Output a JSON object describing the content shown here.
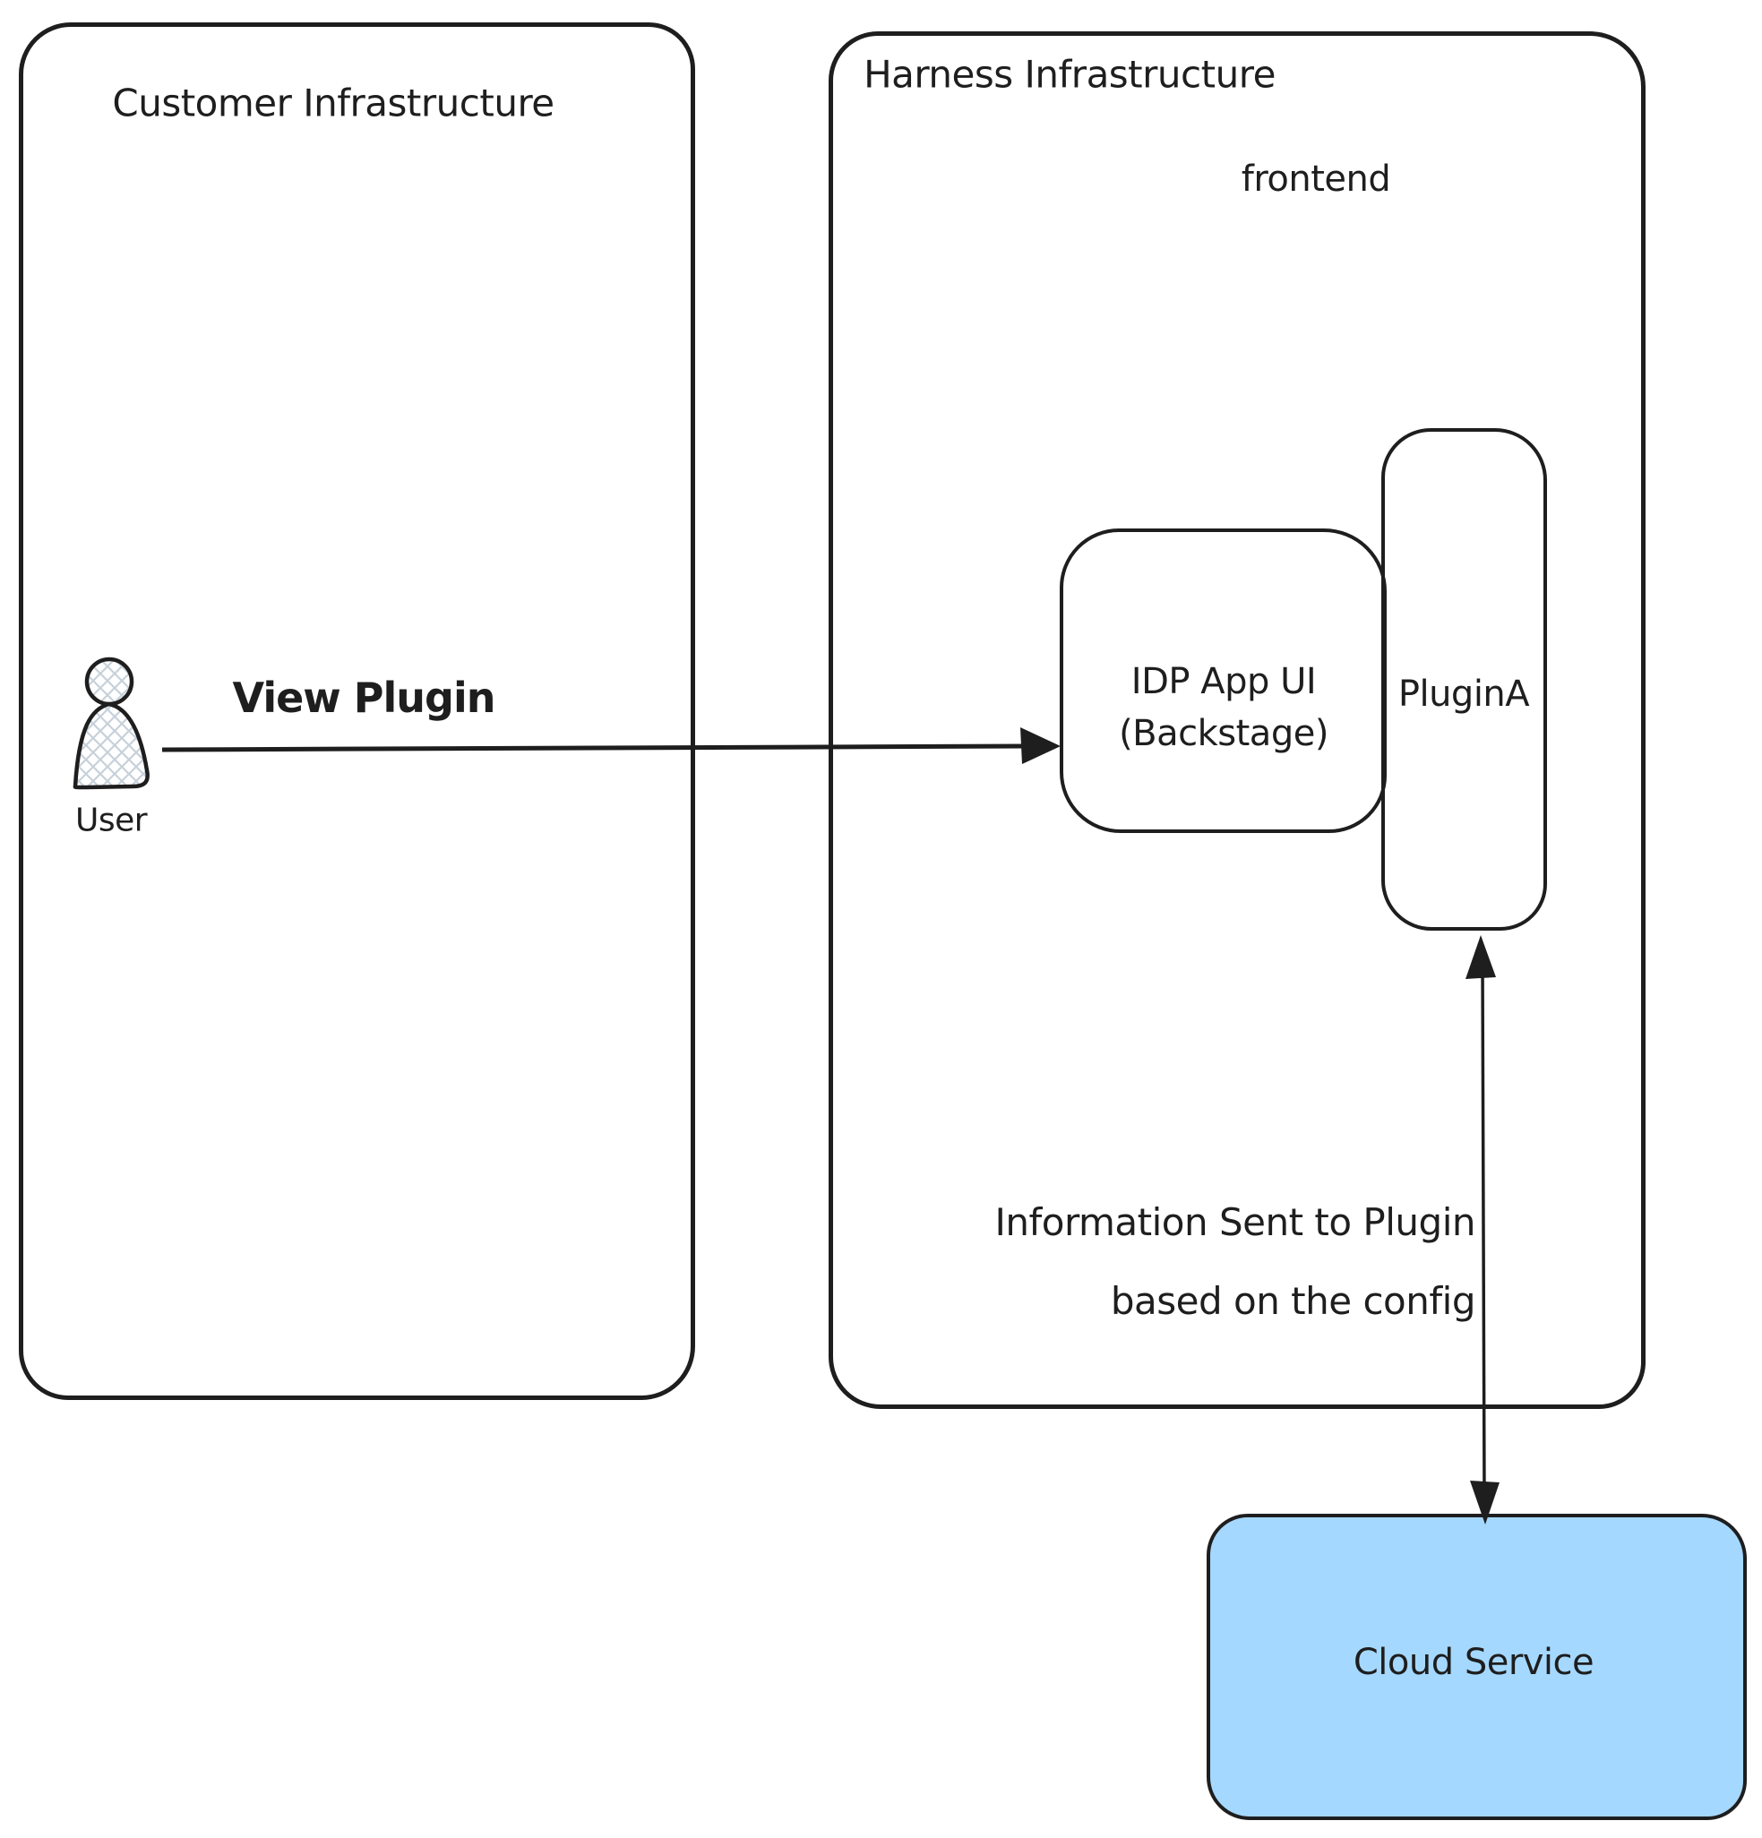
{
  "diagram": {
    "containers": {
      "customer": {
        "title": "Customer Infrastructure"
      },
      "harness": {
        "title": "Harness Infrastructure",
        "zone_label": "frontend"
      }
    },
    "nodes": {
      "idp_app_ui": {
        "line1": "IDP App UI",
        "line2": "(Backstage)"
      },
      "plugin_a": {
        "label": "PluginA"
      },
      "cloud_service": {
        "label": "Cloud Service"
      }
    },
    "actor": {
      "label": "User"
    },
    "edges": {
      "view_plugin": {
        "label": "View Plugin"
      },
      "info_sent": {
        "line1": "Information Sent to Plugin",
        "line2": "based on the config"
      }
    },
    "colors": {
      "stroke": "#1e1e1e",
      "cloud_fill": "#a5d8ff",
      "hatch": "#c7d1da",
      "background": "#ffffff"
    }
  }
}
